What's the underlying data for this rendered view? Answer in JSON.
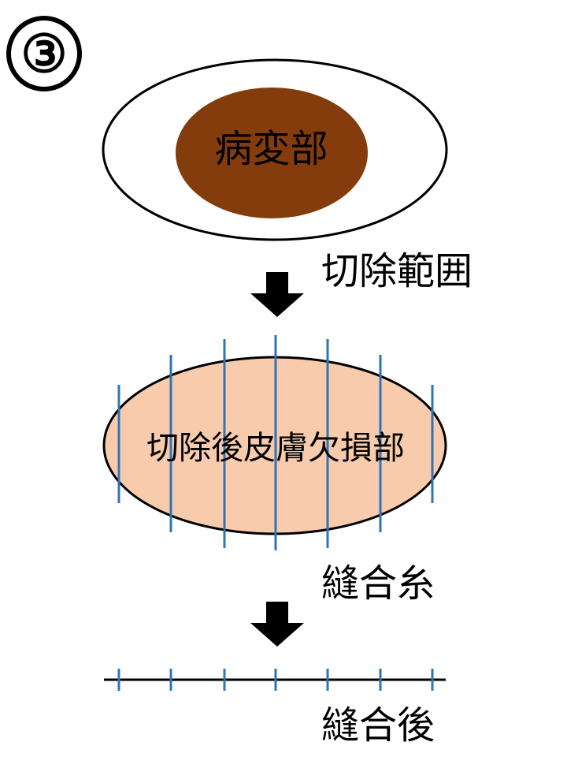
{
  "step_number": "③",
  "labels": {
    "lesion": "病変部",
    "excision_range": "切除範囲",
    "post_excision_defect": "切除後皮膚欠損部",
    "suture_thread": "縫合糸",
    "after_suture": "縫合後"
  },
  "colors": {
    "lesion_fill": "#843c0c",
    "defect_fill": "#f8cbad",
    "suture_line": "#2e75b6",
    "outline": "#000000",
    "background": "#ffffff"
  }
}
